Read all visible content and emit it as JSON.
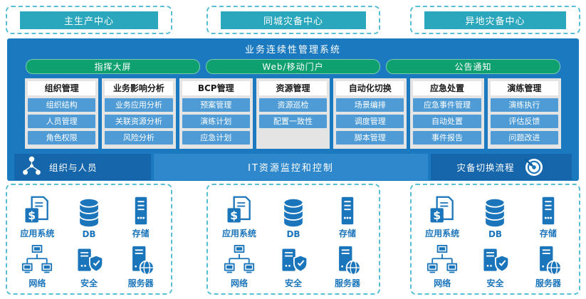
{
  "centers": {
    "main": "主生产中心",
    "same_city": "同城灾备中心",
    "remote": "异地灾备中心"
  },
  "system": {
    "title": "业务连续性管理系统",
    "portals": [
      "指挥大屏",
      "Web/移动门户",
      "公告通知"
    ],
    "modules": [
      {
        "title": "组织管理",
        "items": [
          "组织结构",
          "人员管理",
          "角色权限"
        ]
      },
      {
        "title": "业务影响分析",
        "items": [
          "业务应用分析",
          "关联资源分析",
          "风险分析"
        ]
      },
      {
        "title": "BCP管理",
        "items": [
          "预案管理",
          "演练计划",
          "应急计划"
        ]
      },
      {
        "title": "资源管理",
        "items": [
          "资源巡检",
          "配置一致性"
        ]
      },
      {
        "title": "自动化切换",
        "items": [
          "场景编排",
          "调度管理",
          "脚本管理"
        ]
      },
      {
        "title": "应急处置",
        "items": [
          "应急事件管理",
          "自动处置",
          "事件报告"
        ]
      },
      {
        "title": "演练管理",
        "items": [
          "演练执行",
          "评估反馈",
          "问题改进"
        ]
      }
    ],
    "footer": {
      "org_people": "组织与人员",
      "org_people_icon": "org-people-icon",
      "it_monitor": "IT资源监控和控制",
      "dr_switch": "灾备切换流程",
      "dr_switch_icon": "target-icon"
    }
  },
  "infrastructure": {
    "app_icon_glyph": "$",
    "items": [
      {
        "label": "应用系统",
        "icon": "app-system-icon"
      },
      {
        "label": "DB",
        "icon": "database-icon"
      },
      {
        "label": "存储",
        "icon": "storage-icon"
      },
      {
        "label": "网络",
        "icon": "network-icon"
      },
      {
        "label": "安全",
        "icon": "security-icon"
      },
      {
        "label": "服务器",
        "icon": "server-icon"
      }
    ]
  },
  "colors": {
    "teal_header": "#2AA7BD",
    "panel_blue": "#1B79BF",
    "portal_green": "#0FA06F",
    "item_blue": "#4E9BD6",
    "footer_dark_blue": "#1566AB",
    "footer_mid_blue": "#2F88CB",
    "dashed_border": "#57BED3",
    "icon_blue": "#1B75BB",
    "module_gray": "#E4E4E4"
  }
}
